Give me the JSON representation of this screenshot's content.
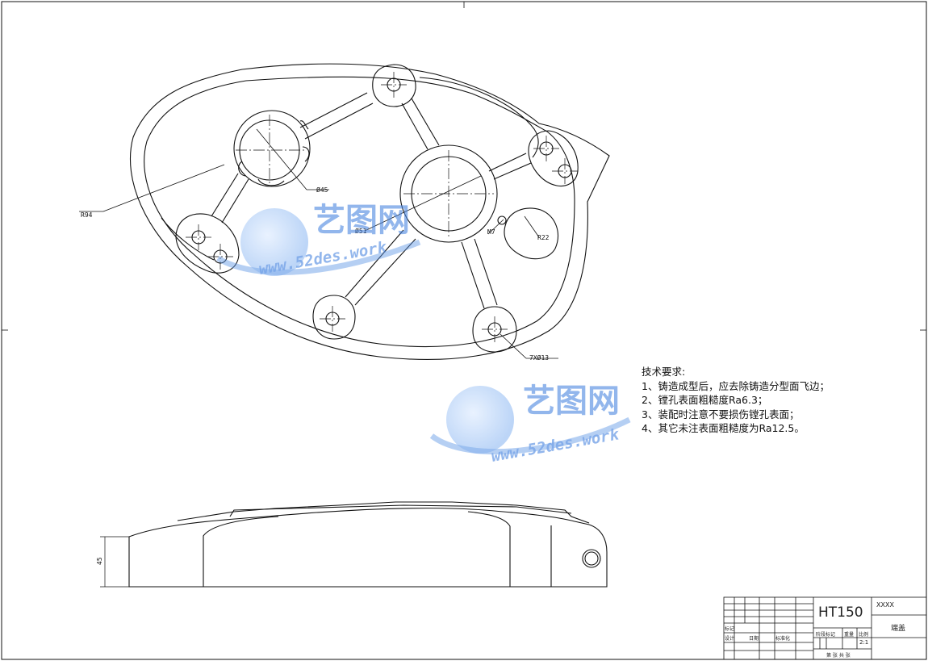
{
  "drawing": {
    "dims": {
      "r94": "R94",
      "d45": "Ø45",
      "d51": "Ø51",
      "m7": "M7",
      "r22": "R22",
      "holes": "7XØ13",
      "height": "45"
    }
  },
  "notes": {
    "title": "技术要求:",
    "items": [
      "1、铸造成型后，应去除铸造分型面飞边；",
      "2、镗孔表面粗糙度Ra6.3；",
      "3、装配时注意不要损伤镗孔表面；",
      "4、其它未注表面粗糙度为Ra12.5。"
    ]
  },
  "watermark": {
    "brand": "艺图网",
    "url": "www.52des.work"
  },
  "title_block": {
    "material": "HT150",
    "code": "XXXX",
    "part_name": "端盖",
    "labels": {
      "mark": "标记",
      "design": "设计",
      "date": "日期",
      "standardize": "标准化",
      "stage": "阶段标记",
      "weight": "重量",
      "scale": "比例",
      "sheet": "第 张  共 张"
    },
    "scale_value": "2:1"
  },
  "colors": {
    "line": "#111111",
    "watermark": "#3a78d8"
  }
}
